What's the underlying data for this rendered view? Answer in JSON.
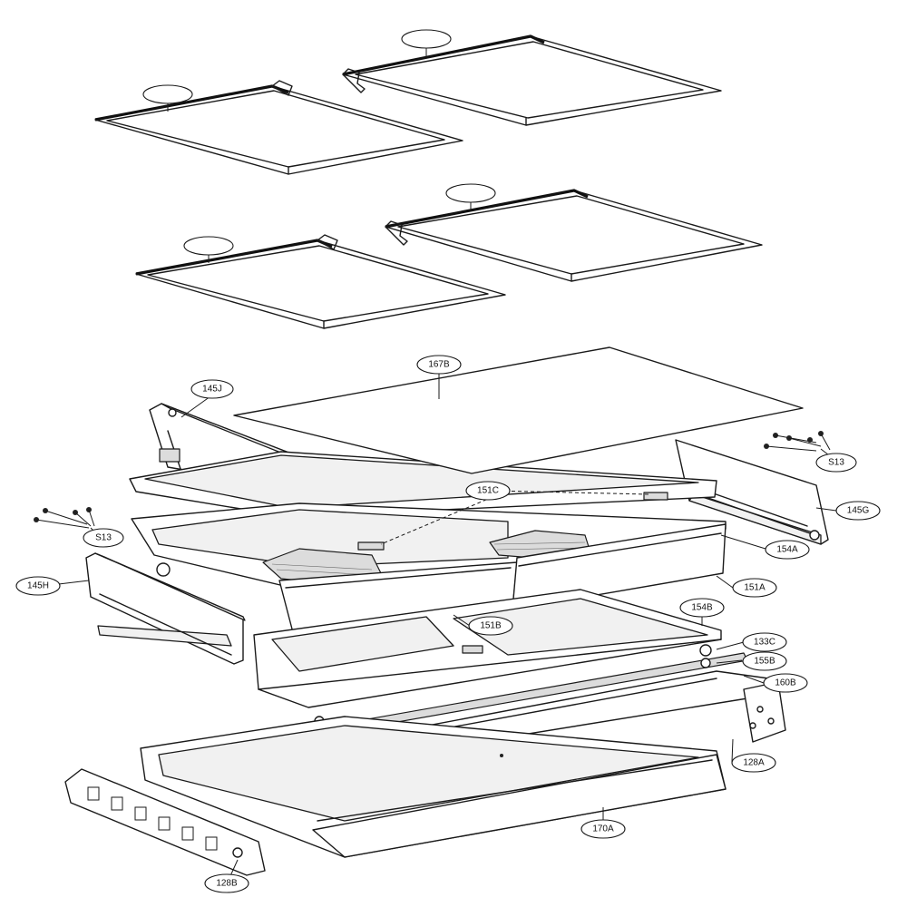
{
  "callouts": {
    "p167b": "167B",
    "p145j": "145J",
    "p151c": "151C",
    "s13_right": "S13",
    "p145g": "145G",
    "s13_left": "S13",
    "p154a": "154A",
    "p145h": "145H",
    "p151a": "151A",
    "p154b": "154B",
    "p151b": "151B",
    "p133c": "133C",
    "p155b": "155B",
    "p160b": "160B",
    "p128a": "128A",
    "p170a": "170A",
    "p128b": "128B"
  },
  "colors": {
    "line": "#1a1a1a",
    "background": "#ffffff"
  }
}
